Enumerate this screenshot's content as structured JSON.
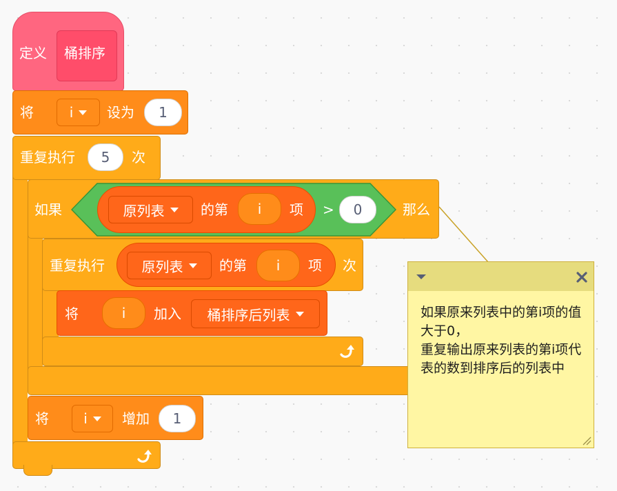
{
  "define_block": {
    "keyword": "定义",
    "name": "桶排序"
  },
  "set_block": {
    "keyword": "将",
    "variable": "i",
    "action": "设为",
    "value": "1"
  },
  "outer_repeat": {
    "keyword": "重复执行",
    "count": "5",
    "suffix": "次"
  },
  "if_block": {
    "keyword": "如果",
    "condition": {
      "list": "原列表",
      "item_of": "的第",
      "index_var": "i",
      "item_suffix": "项",
      "operator": ">",
      "compare_value": "0"
    },
    "then": "那么"
  },
  "inner_repeat": {
    "keyword": "重复执行",
    "list": "原列表",
    "item_of": "的第",
    "index_var": "i",
    "item_suffix": "项",
    "suffix": "次"
  },
  "add_block": {
    "keyword": "将",
    "item": "i",
    "action": "加入",
    "list": "桶排序后列表"
  },
  "change_block": {
    "keyword": "将",
    "variable": "i",
    "action": "增加",
    "value": "1"
  },
  "comment": {
    "text": "如果原来列表中的第i项的值大于0，\n重复输出原来列表的第i项代表的数到排序后的列表中"
  },
  "colors": {
    "control": "#ffab19",
    "data": "#ff8c1a",
    "list": "#ff661a",
    "operator": "#59c059",
    "custom": "#ff6680",
    "comment": "#fff6a3"
  },
  "icons": {
    "loop_arrow": "loop-arrow-icon",
    "comment_collapse": "triangle-down-icon",
    "comment_close": "close-x-icon",
    "comment_resize": "resize-grip-icon"
  }
}
